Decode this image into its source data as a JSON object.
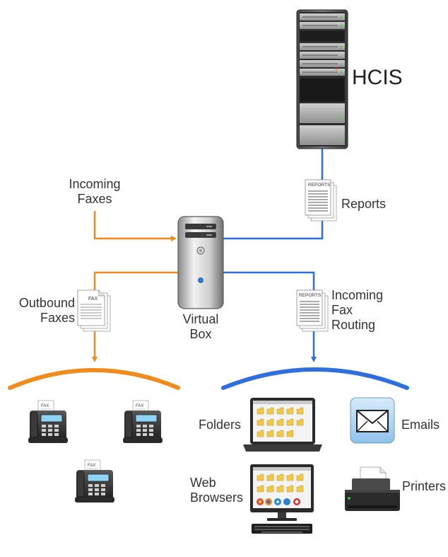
{
  "labels": {
    "hcis": "HCIS",
    "reports": "Reports",
    "incoming_faxes_1": "Incoming",
    "incoming_faxes_2": "Faxes",
    "outbound_faxes_1": "Outbound",
    "outbound_faxes_2": "Faxes",
    "virtual_box_1": "Virtual",
    "virtual_box_2": "Box",
    "incoming_fax_routing_1": "Incoming",
    "incoming_fax_routing_2": "Fax",
    "incoming_fax_routing_3": "Routing",
    "folders": "Folders",
    "emails": "Emails",
    "web_browsers_1": "Web",
    "web_browsers_2": "Browsers",
    "printers": "Printers"
  },
  "doc_headers": {
    "reports_top": "REPORTS",
    "reports_bottom": "REPORTS",
    "fax_doc": "FAX"
  },
  "icons": {
    "hcis": "server-rack-icon",
    "virtual_box": "server-tower-icon",
    "fax_machine": "fax-machine-icon",
    "laptop": "laptop-icon",
    "email": "envelope-icon",
    "monitor": "desktop-monitor-icon",
    "printer": "printer-icon"
  },
  "colors": {
    "orange": "#f08c1e",
    "blue": "#2f6fdc"
  }
}
